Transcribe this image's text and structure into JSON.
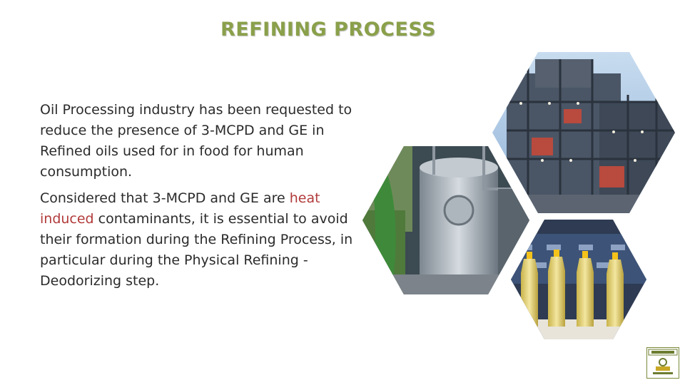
{
  "slide": {
    "title": "REFINING PROCESS",
    "paragraphs": [
      {
        "text": "Oil Processing industry has been requested to reduce the presence of 3-MCPD and GE in Refined oils used for in food for human consumption."
      },
      {
        "before": "Considered that 3-MCPD and GE are ",
        "highlight": "heat induced",
        "after": " contaminants, it is essential to avoid their formation during the Refining Process, in particular during the Physical Refining - Deodorizing step."
      }
    ]
  },
  "images": [
    {
      "name": "refinery-plant-photo"
    },
    {
      "name": "deodorizer-vessel-photo"
    },
    {
      "name": "oil-bottles-photo"
    }
  ],
  "logo": {
    "name": "company-logo"
  },
  "colors": {
    "title": "#8aa04a",
    "highlight": "#b23a3a",
    "text": "#2b2b2b"
  }
}
